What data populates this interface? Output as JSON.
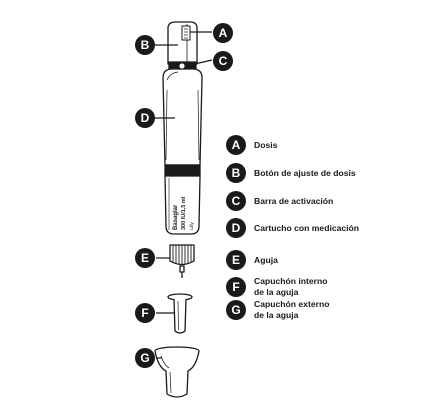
{
  "pen_print": {
    "brand": "Basaglar",
    "strength": "300 IU/1,5 ml",
    "maker": "Lilly"
  },
  "legend": [
    {
      "letter": "A",
      "lines": [
        "Dosis"
      ]
    },
    {
      "letter": "B",
      "lines": [
        "Botón de ajuste de dosis"
      ]
    },
    {
      "letter": "C",
      "lines": [
        "Barra de activación"
      ]
    },
    {
      "letter": "D",
      "lines": [
        "Cartucho con medicación"
      ]
    },
    {
      "letter": "E",
      "lines": [
        "Aguja"
      ]
    },
    {
      "letter": "F",
      "lines": [
        "Capuchón interno",
        "de la aguja"
      ]
    },
    {
      "letter": "G",
      "lines": [
        "Capuchón externo",
        "de la aguja"
      ]
    }
  ],
  "callouts": [
    "A",
    "B",
    "C",
    "D",
    "E",
    "F",
    "G"
  ],
  "colors": {
    "ink": "#1a1a1a",
    "paper": "#ffffff"
  }
}
